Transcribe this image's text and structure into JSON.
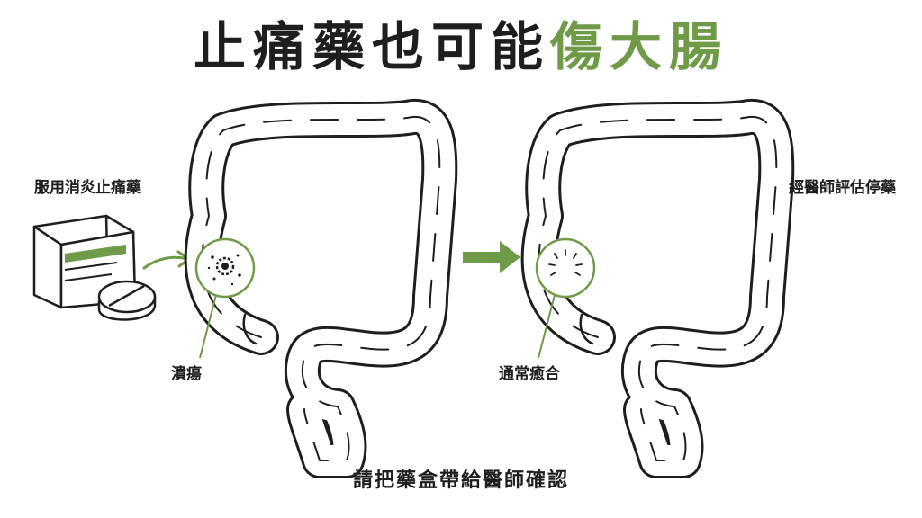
{
  "title": {
    "main": "止痛藥也可能",
    "highlight": "傷大腸"
  },
  "labels": {
    "take_nsaids": "服用消炎止痛藥",
    "ulcer": "潰瘍",
    "stop_after_eval": "經醫師評估停藥",
    "usually_heals": "通常癒合"
  },
  "footer": "請把藥盒帶給醫師確認",
  "colors": {
    "accent": "#6f9a48",
    "ink": "#1e1e1e"
  }
}
